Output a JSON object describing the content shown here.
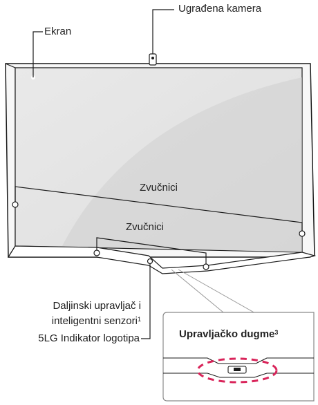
{
  "labels": {
    "camera": "Ugrađena kamera",
    "screen": "Ekran",
    "speakers_top": "Zvučnici",
    "speakers_bottom": "Zvučnici",
    "remote_line1": "Daljinski upravljač i",
    "remote_line2": "inteligentni senzori",
    "remote_sup": "1",
    "logo_indicator": "5LG Indikator logotipa",
    "control_button": "Upravljačko dugme",
    "control_sup": "3"
  },
  "colors": {
    "screen_fill": "#e6e6e6",
    "outline": "#1a1a1a",
    "highlight_dash": "#d9245a"
  }
}
